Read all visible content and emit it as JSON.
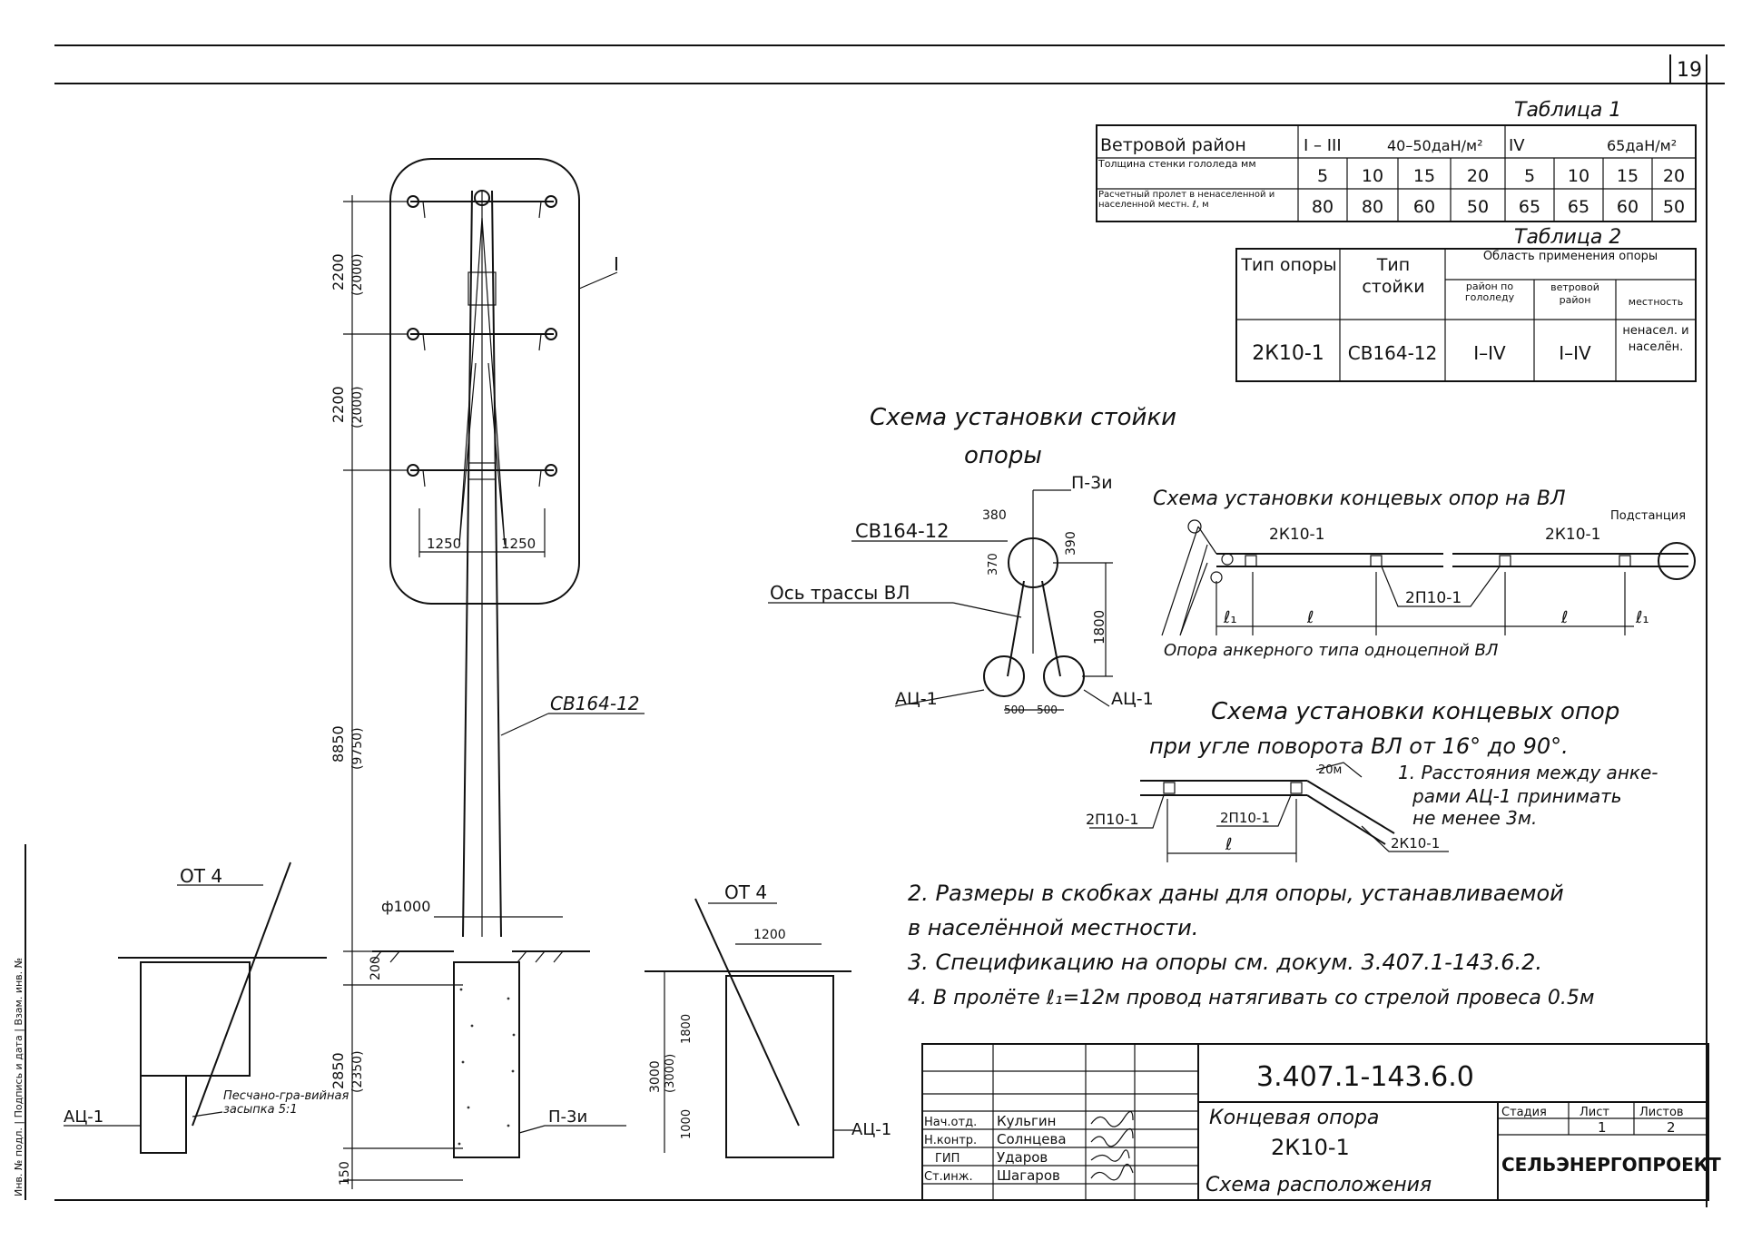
{
  "sheet_number": "19",
  "table1": {
    "title": "Таблица 1",
    "wind_header": "Ветровой район",
    "wind_group1": "I – III",
    "wind_press1": "40–50даН/м²",
    "wind_group2": "IV",
    "wind_press2": "65даН/м²",
    "ice_label": "Толщина стенки гололеда мм",
    "ice_values": [
      "5",
      "10",
      "15",
      "20",
      "5",
      "10",
      "15",
      "20"
    ],
    "span_label": "Расчетный пролет в ненаселенной и населенной местн. ℓ, м",
    "span_values": [
      "80",
      "80",
      "60",
      "50",
      "65",
      "65",
      "60",
      "50"
    ]
  },
  "table2": {
    "title": "Таблица 2",
    "col_support_type": "Тип опоры",
    "col_post_type": "Тип стойки",
    "col_area": "Область применения опоры",
    "col_ice": "район по гололеду",
    "col_wind": "ветровой район",
    "col_locality": "местность",
    "row": {
      "support": "2К10-1",
      "post": "СВ164-12",
      "ice": "I–IV",
      "wind": "I–IV",
      "locality": "ненасел. и населён."
    }
  },
  "main_drawing": {
    "dim_2200_a": "2200",
    "dim_2000_a": "(2000)",
    "dim_2200_b": "2200",
    "dim_2000_b": "(2000)",
    "dim_8850": "8850",
    "dim_9750": "(9750)",
    "dim_200": "200",
    "dim_2850": "2850",
    "dim_2350": "(2350)",
    "dim_150": "150",
    "dim_1250_l": "1250",
    "dim_1250_r": "1250",
    "dim_phi1000": "ф1000",
    "post_label": "СВ164-12",
    "callout_I": "I",
    "p3u": "П-3и",
    "ot4_left": "ОТ 4",
    "ot4_right": "ОТ 4",
    "ac1_left": "АЦ-1",
    "ac1_right": "АЦ-1",
    "sand_fill": "Песчано-гра-вийная засыпка 5:1",
    "dim_1200": "1200",
    "dim_3000": "3000",
    "dim_3000b": "(3000)",
    "dim_1800": "1800",
    "dim_1000": "1000"
  },
  "scheme_post": {
    "title1": "Схема установки стойки",
    "title2": "опоры",
    "p3u": "П-3и",
    "post": "СВ164-12",
    "axis": "Ось трассы ВЛ",
    "d380": "380",
    "d390": "390",
    "d370": "370",
    "d1800": "1800",
    "d500a": "500",
    "d500b": "500",
    "ac1_l": "АЦ-1",
    "ac1_r": "АЦ-1"
  },
  "scheme_end": {
    "title": "Схема установки концевых опор на ВЛ",
    "lbl1": "2К10-1",
    "lbl2": "2К10-1",
    "substation": "Подстанция",
    "pp": "2П10-1",
    "l1a": "ℓ₁",
    "l": "ℓ",
    "lb": "ℓ",
    "l1b": "ℓ₁",
    "caption": "Опора анкерного типа одноцепной ВЛ"
  },
  "scheme_turn": {
    "title1": "Схема установки концевых опор",
    "title2": "при угле поворота ВЛ от 16° до 90°.",
    "d20": "20м",
    "lbl_a": "2П10-1",
    "lbl_b": "2П10-1",
    "lbl_c": "2К10-1",
    "l": "ℓ"
  },
  "notes": [
    "1. Расстояния между анке-",
    "рами АЦ-1 принимать",
    "не менее 3м.",
    "2. Размеры в скобках даны для опоры, устанавливаемой",
    "в населённой местности.",
    "3. Спецификацию на опоры см. докум. 3.407.1-143.6.2.",
    "4. В пролёте ℓ₁=12м провод натягивать со стрелой провеса 0.5м"
  ],
  "title_block": {
    "doc_code": "3.407.1-143.6.0",
    "name1": "Концевая опора",
    "name2": "2К10-1",
    "name3": "Схема расположения",
    "stage_h": "Стадия",
    "sheet_h": "Лист",
    "sheets_h": "Листов",
    "sheet_v": "1",
    "sheets_v": "2",
    "org": "СЕЛЬЭНЕРГОПРОЕКТ",
    "roles": [
      "Нач.отд.",
      "Н.контр.",
      "ГИП",
      "Ст.инж."
    ],
    "names": [
      "Кульгин",
      "Солнцева",
      "Ударов",
      "Шагаров"
    ]
  },
  "margin_text": "Инв. № подл. | Подпись и дата | Взам. инв. №"
}
